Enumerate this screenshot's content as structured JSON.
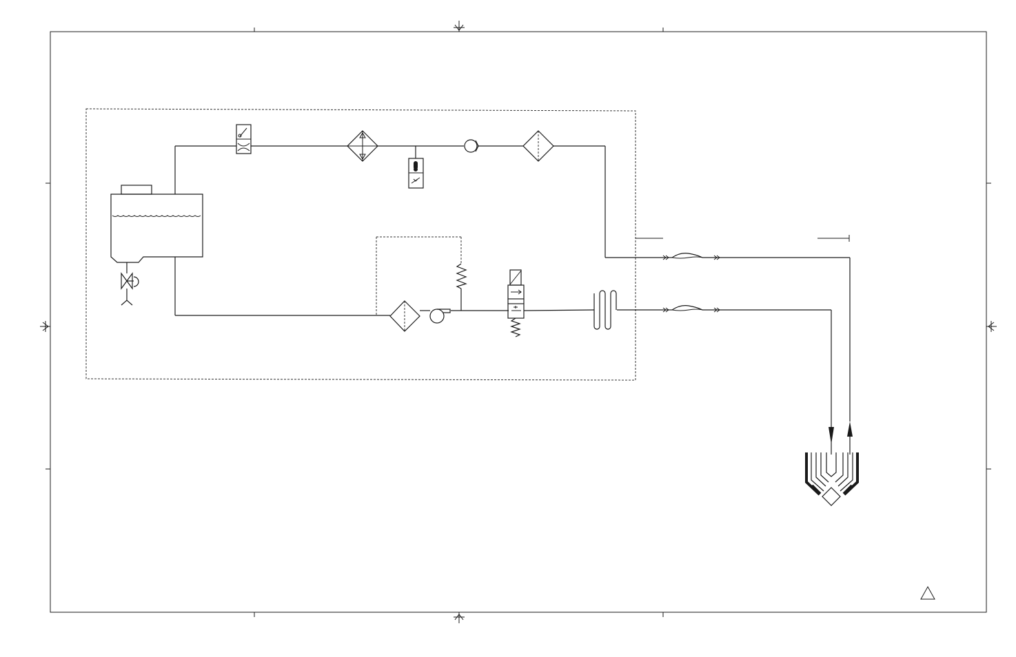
{
  "diagram": {
    "type": "hydraulic-cooling-schematic",
    "components": [
      "reservoir-tank",
      "drain-valve",
      "flow-switch",
      "heat-exchanger",
      "thermostat-switch",
      "check-valve",
      "filter",
      "pressure-relief-valve",
      "pump",
      "solenoid-valve",
      "heater-coil",
      "quick-disconnect-couplings",
      "applicator-head"
    ],
    "revision_marker": ""
  }
}
